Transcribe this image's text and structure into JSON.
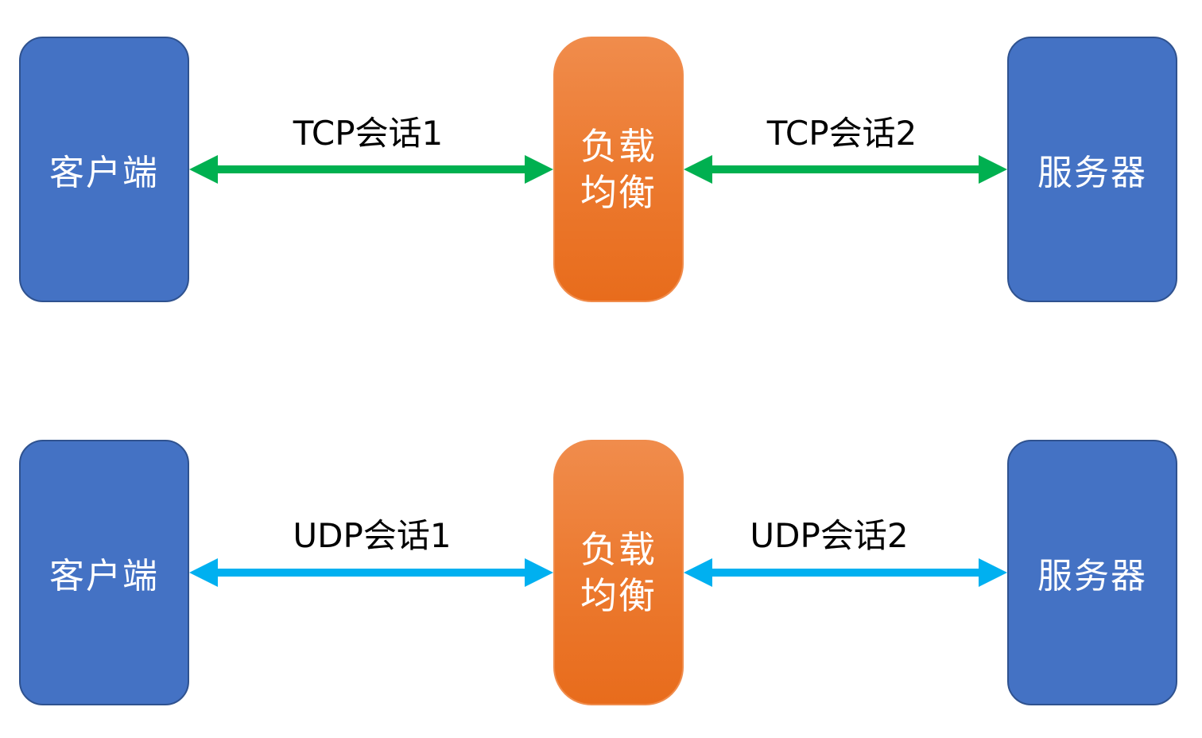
{
  "colors": {
    "endpoint_fill": "#4472c4",
    "lb_fill": "#ed7d31",
    "tcp_arrow": "#00b050",
    "udp_arrow": "#00b0f0"
  },
  "rows": [
    {
      "client": "客户端",
      "load_balancer": "负载均衡",
      "server": "服务器",
      "left_label": "TCP会话1",
      "right_label": "TCP会话2"
    },
    {
      "client": "客户端",
      "load_balancer": "负载均衡",
      "server": "服务器",
      "left_label": "UDP会话1",
      "right_label": "UDP会话2"
    }
  ]
}
